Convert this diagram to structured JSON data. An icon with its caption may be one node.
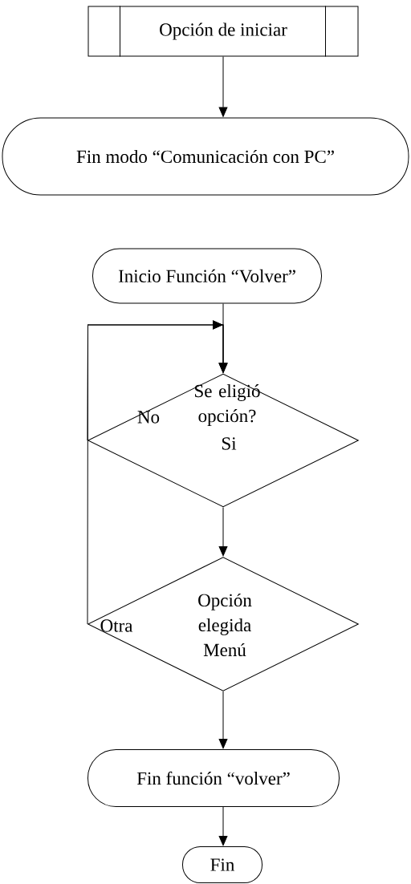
{
  "diagram": {
    "nodes": [
      {
        "text": [
          "Opción de iniciar"
        ]
      },
      {
        "text": [
          "Fin modo “Comunicación con PC”"
        ]
      },
      {
        "text": [
          "Inicio Función “Volver”"
        ]
      },
      {
        "text": [
          "No",
          "Se eligió opción?",
          "Si"
        ]
      },
      {
        "text": [
          "Otra",
          "Opción elegida Menú"
        ]
      },
      {
        "text": [
          "Fin función “volver”"
        ]
      },
      {
        "text": [
          "Fin"
        ]
      }
    ],
    "edges": [
      {
        "from": 0,
        "to": 1,
        "arrow": "to"
      },
      {
        "from": 2,
        "to": 3,
        "arrow": "to"
      },
      {
        "from": 3,
        "to": 3,
        "arrow": "to"
      },
      {
        "from": 3,
        "to": 4,
        "arrow": "to"
      },
      {
        "from": 4,
        "to": 3,
        "arrow": "to"
      },
      {
        "from": 4,
        "to": 5,
        "arrow": "to"
      },
      {
        "from": 5,
        "to": 6,
        "arrow": "to"
      }
    ]
  }
}
